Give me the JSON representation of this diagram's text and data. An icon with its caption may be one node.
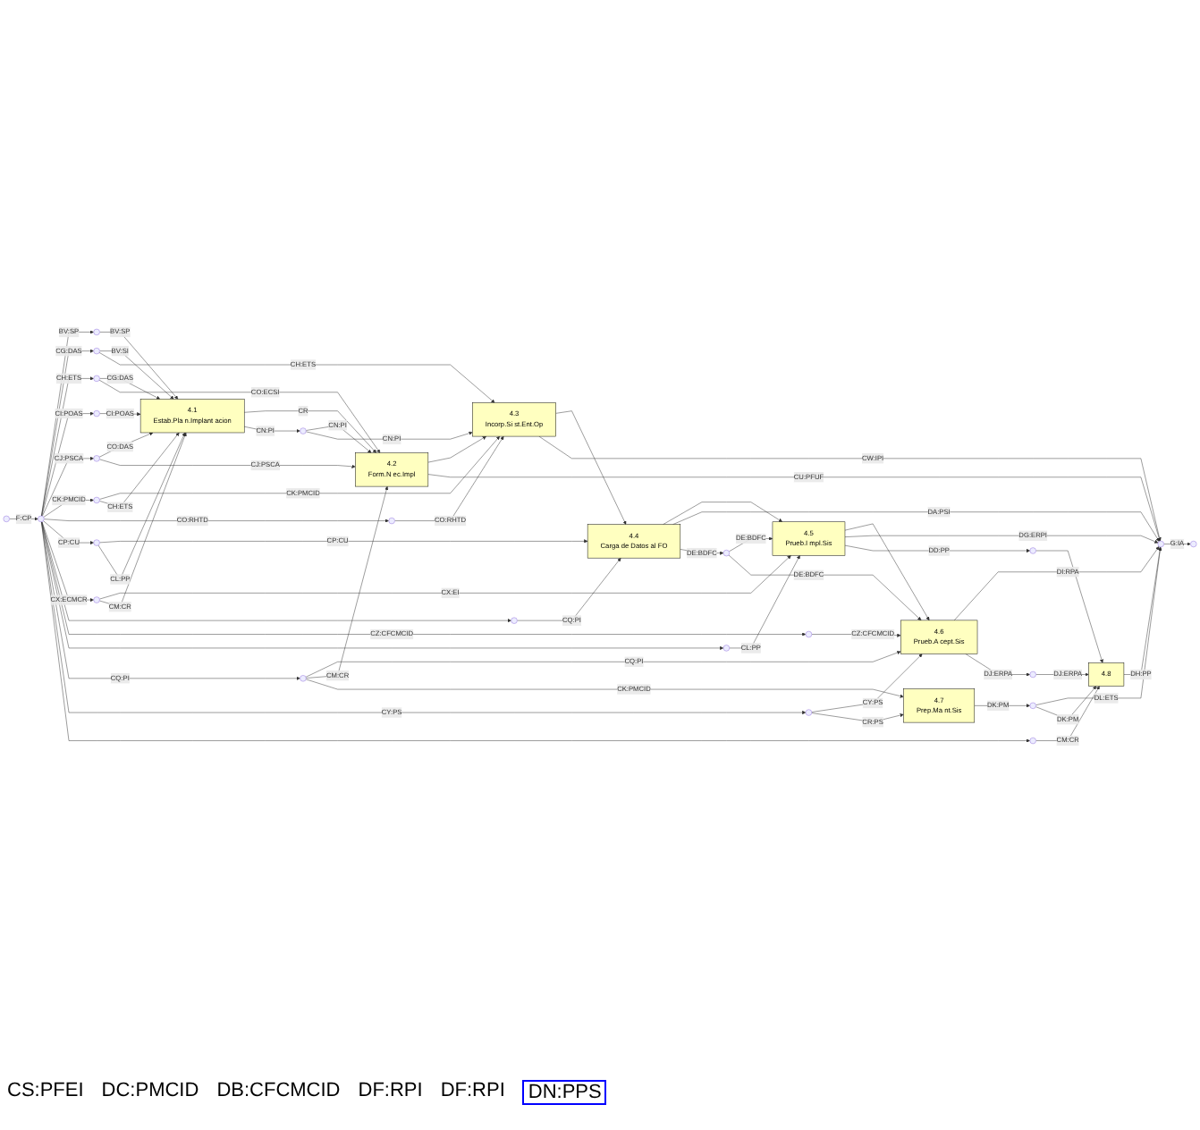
{
  "diagram": {
    "nodes": [
      {
        "text": [],
        "shape": "circle"
      },
      {
        "text": [],
        "shape": "circle"
      },
      {
        "text": [],
        "shape": "circle"
      },
      {
        "text": [],
        "shape": "circle"
      },
      {
        "text": [],
        "shape": "circle"
      },
      {
        "text": [],
        "shape": "circle"
      },
      {
        "text": [],
        "shape": "circle"
      },
      {
        "text": [],
        "shape": "circle"
      },
      {
        "text": [],
        "shape": "circle"
      },
      {
        "text": [],
        "shape": "circle"
      },
      {
        "text": [],
        "shape": "circle"
      },
      {
        "text": [],
        "shape": "circle"
      },
      {
        "text": [],
        "shape": "circle"
      },
      {
        "text": [],
        "shape": "circle"
      },
      {
        "text": [],
        "shape": "circle"
      },
      {
        "text": [],
        "shape": "circle"
      },
      {
        "text": [
          "4.1",
          "Estab.Pla n.Implant acion"
        ]
      },
      {
        "text": [
          "4.2",
          "Form.N ec.Impl"
        ]
      },
      {
        "text": [
          "4.3",
          "Incorp.Si st.Ent.Op"
        ]
      },
      {
        "text": [
          "4.4",
          "Carga de Datos al FO"
        ]
      },
      {
        "text": [
          "4.5",
          "Prueb.I mpl.Sis"
        ]
      },
      {
        "text": [
          "4.6",
          "Prueb.A cept.Sis"
        ]
      },
      {
        "text": [
          "4.7",
          "Prep.Ma nt.Sis"
        ]
      },
      {
        "text": [
          "4.8"
        ]
      },
      {
        "text": [],
        "shape": "circle"
      },
      {
        "text": [],
        "shape": "circle"
      },
      {
        "text": [],
        "shape": "circle"
      },
      {
        "text": [],
        "shape": "circle"
      },
      {
        "text": [],
        "shape": "circle"
      },
      {
        "text": [],
        "shape": "circle"
      }
    ],
    "edges": [
      {
        "from": null,
        "to": 0,
        "arrow": "to",
        "label": "F:CP"
      },
      {
        "from": 0,
        "to": 1,
        "arrow": "to",
        "label": "BV:SP"
      },
      {
        "from": 0,
        "to": 2,
        "arrow": "to",
        "label": "CG:DAS"
      },
      {
        "from": 0,
        "to": 3,
        "arrow": "to",
        "label": "CH:ETS"
      },
      {
        "from": 0,
        "to": 4,
        "arrow": "to",
        "label": "CI:POAS"
      },
      {
        "from": 0,
        "to": 5,
        "arrow": "to",
        "label": "CJ:PSCA"
      },
      {
        "from": 0,
        "to": 6,
        "arrow": "to",
        "label": "CK:PMCID"
      },
      {
        "from": 0,
        "to": 7,
        "arrow": "to",
        "label": "CO:RHTD"
      },
      {
        "from": 0,
        "to": 8,
        "arrow": "to",
        "label": "CP:CU"
      },
      {
        "from": 0,
        "to": 9,
        "arrow": "to",
        "label": "CX:ECMCR"
      },
      {
        "from": 0,
        "to": 10,
        "arrow": "to"
      },
      {
        "from": 0,
        "to": 11,
        "arrow": "to",
        "label": "CZ:CFCMCID"
      },
      {
        "from": 0,
        "to": 12,
        "arrow": "to"
      },
      {
        "from": 0,
        "to": 13,
        "arrow": "to",
        "label": "CQ:PI"
      },
      {
        "from": 0,
        "to": 14,
        "arrow": "to",
        "label": "CY:PS"
      },
      {
        "from": 0,
        "to": 15,
        "arrow": "to"
      },
      {
        "from": 1,
        "to": 16,
        "arrow": "to",
        "label": "BV:SP"
      },
      {
        "from": 2,
        "to": 16,
        "arrow": "to",
        "label": "BV:SI"
      },
      {
        "from": 2,
        "to": 18,
        "arrow": "to",
        "label": "CH:ETS"
      },
      {
        "from": 3,
        "to": 16,
        "arrow": "to",
        "label": "CG:DAS"
      },
      {
        "from": 3,
        "to": 17,
        "arrow": "to",
        "label": "CO:ECSI"
      },
      {
        "from": 4,
        "to": 16,
        "arrow": "to",
        "label": "CI:POAS"
      },
      {
        "from": 5,
        "to": 16,
        "arrow": "to",
        "label": "CO:DAS"
      },
      {
        "from": 5,
        "to": 17,
        "arrow": "to",
        "label": "CJ:PSCA"
      },
      {
        "from": 6,
        "to": 18,
        "arrow": "to",
        "label": "CK:PMCID"
      },
      {
        "from": 6,
        "to": 16,
        "arrow": "to",
        "label": "CH:ETS"
      },
      {
        "from": 7,
        "to": 18,
        "arrow": "to",
        "label": "CO:RHTD"
      },
      {
        "from": 8,
        "to": 19,
        "arrow": "to",
        "label": "CP:CU"
      },
      {
        "from": 8,
        "to": 16,
        "arrow": "to",
        "label": "CL:PP"
      },
      {
        "from": 9,
        "to": 20,
        "arrow": "to",
        "label": "CX:EI"
      },
      {
        "from": 9,
        "to": 16,
        "arrow": "to",
        "label": "CM:CR"
      },
      {
        "from": 10,
        "to": 19,
        "arrow": "to",
        "label": "CQ:PI"
      },
      {
        "from": 11,
        "to": 21,
        "arrow": "to",
        "label": "CZ:CFCMCID"
      },
      {
        "from": 12,
        "to": 20,
        "arrow": "to",
        "label": "CL:PP"
      },
      {
        "from": 13,
        "to": 21,
        "arrow": "to",
        "label": "CQ:PI"
      },
      {
        "from": 13,
        "to": 17,
        "arrow": "to",
        "label": "CM:CR"
      },
      {
        "from": 13,
        "to": 22,
        "arrow": "to",
        "label": "CK:PMCID"
      },
      {
        "from": 14,
        "to": 21,
        "arrow": "to",
        "label": "CY:PS"
      },
      {
        "from": 14,
        "to": 22,
        "arrow": "to",
        "label": "CR:PS"
      },
      {
        "from": 15,
        "to": 23,
        "arrow": "to",
        "label": "CM:CR"
      },
      {
        "from": 16,
        "to": 17,
        "arrow": "to",
        "label": "CR"
      },
      {
        "from": 17,
        "to": 18,
        "arrow": "to"
      },
      {
        "from": 18,
        "to": 19,
        "arrow": "to"
      },
      {
        "from": 19,
        "to": 20,
        "arrow": "to"
      },
      {
        "from": 20,
        "to": 21,
        "arrow": "to"
      },
      {
        "from": 16,
        "to": 24,
        "arrow": "to",
        "label": "CN:PI"
      },
      {
        "from": 24,
        "to": 17,
        "arrow": "to",
        "label": "CN:PI"
      },
      {
        "from": 24,
        "to": 18,
        "arrow": "to",
        "label": "CN:PI"
      },
      {
        "from": 17,
        "to": 29,
        "arrow": "to",
        "label": "CU:PFUF"
      },
      {
        "from": 18,
        "to": 29,
        "arrow": "to",
        "label": "CW:IPI"
      },
      {
        "from": 19,
        "to": 29,
        "arrow": "to",
        "label": "DA:PSI"
      },
      {
        "from": 19,
        "to": 25,
        "arrow": "to",
        "label": "DE:BDFC"
      },
      {
        "from": 25,
        "to": 20,
        "arrow": "to",
        "label": "DE:BDFC"
      },
      {
        "from": 25,
        "to": 21,
        "arrow": "to",
        "label": "DE:BDFC"
      },
      {
        "from": 20,
        "to": 29,
        "arrow": "to",
        "label": "DG:ERPI"
      },
      {
        "from": 20,
        "to": 26,
        "arrow": "to",
        "label": "DD:PP"
      },
      {
        "from": 26,
        "to": 23,
        "arrow": "to"
      },
      {
        "from": 21,
        "to": 29,
        "arrow": "to",
        "label": "DI:RPA"
      },
      {
        "from": 21,
        "to": 27,
        "arrow": "to",
        "label": "DJ:ERPA"
      },
      {
        "from": 27,
        "to": 23,
        "arrow": "to",
        "label": "DJ:ERPA"
      },
      {
        "from": 22,
        "to": 28,
        "arrow": "to",
        "label": "DK:PM"
      },
      {
        "from": 28,
        "to": 29,
        "arrow": "to",
        "label": "DL:ETS"
      },
      {
        "from": 23,
        "to": 29,
        "arrow": "to",
        "label": "DH:PP"
      },
      {
        "from": 28,
        "to": 23,
        "arrow": "to",
        "label": "DK:PM"
      },
      {
        "from": 29,
        "to": null,
        "arrow": "to",
        "label": "G:IA"
      }
    ],
    "labels": [
      "CS:PFEI",
      "DC:PMCID",
      "DB:CFCMCID",
      "DF:RPI",
      "DF:RPI",
      "DN:PPS"
    ]
  }
}
